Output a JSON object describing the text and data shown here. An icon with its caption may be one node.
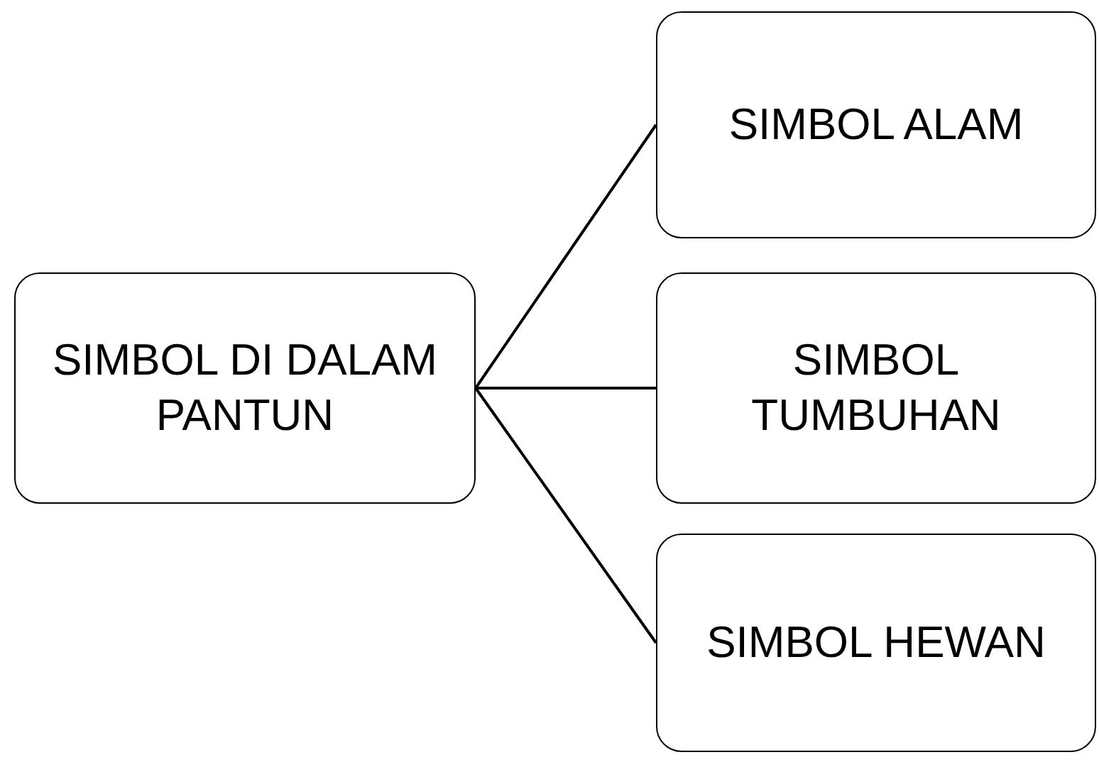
{
  "diagram": {
    "nodes": [
      {
        "text": [
          "SIMBOL DI DALAM PANTUN"
        ]
      },
      {
        "text": [
          "SIMBOL ALAM"
        ]
      },
      {
        "text": [
          "SIMBOL TUMBUHAN"
        ]
      },
      {
        "text": [
          "SIMBOL HEWAN"
        ]
      }
    ],
    "edges": [
      {
        "from": 0,
        "to": 1,
        "arrow": "none"
      },
      {
        "from": 0,
        "to": 2,
        "arrow": "none"
      },
      {
        "from": 0,
        "to": 3,
        "arrow": "none"
      }
    ]
  }
}
